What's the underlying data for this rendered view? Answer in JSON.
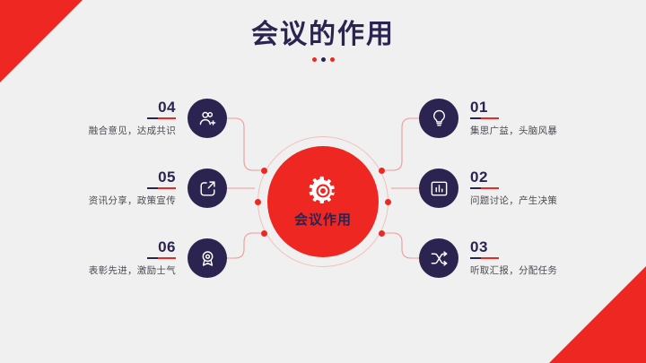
{
  "slide": {
    "title": "会议的作用",
    "background_color": "#f0f0f0",
    "accent_red": "#ee2722",
    "accent_navy": "#2b2350"
  },
  "hub": {
    "label": "会议作用",
    "icon": "gear-icon",
    "fill_color": "#ee2722",
    "text_color": "#2b2350"
  },
  "items": [
    {
      "number": "01",
      "desc": "集思广益，头脑风暴",
      "icon": "lightbulb-icon",
      "side": "right"
    },
    {
      "number": "02",
      "desc": "问题讨论，产生决策",
      "icon": "bar-chart-board-icon",
      "side": "right"
    },
    {
      "number": "03",
      "desc": "听取汇报，分配任务",
      "icon": "shuffle-icon",
      "side": "right"
    },
    {
      "number": "04",
      "desc": "融合意见，达成共识",
      "icon": "add-user-group-icon",
      "side": "left"
    },
    {
      "number": "05",
      "desc": "资讯分享，政策宣传",
      "icon": "external-link-icon",
      "side": "left"
    },
    {
      "number": "06",
      "desc": "表彰先进，激励士气",
      "icon": "award-medal-icon",
      "side": "left"
    }
  ]
}
